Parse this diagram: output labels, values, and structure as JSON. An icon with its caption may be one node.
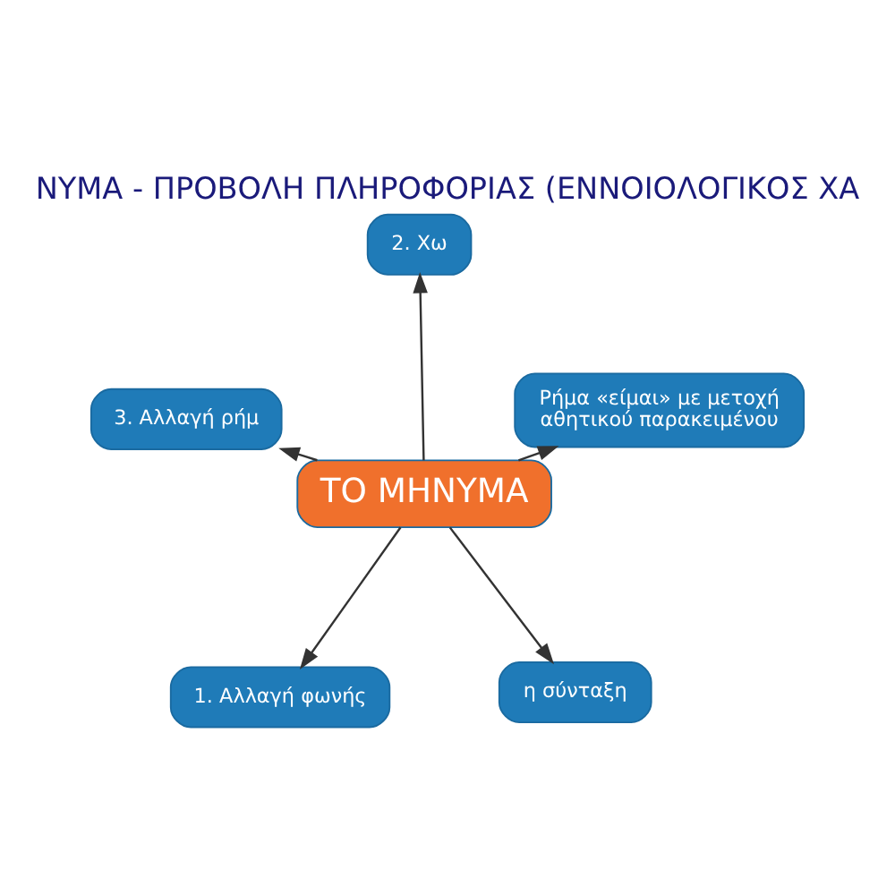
{
  "diagram": {
    "title": "ΝΥΜΑ - ΠΡΟΒΟΛΗ ΠΛΗΡΟΦΟΡΙΑΣ (ΕΝΝΟΙΟΛΟΓΙΚΟΣ ΧΑ",
    "nodes": [
      {
        "text": [
          "1. Αλλαγή φωνής"
        ]
      },
      {
        "text": [
          "η σύνταξη"
        ]
      },
      {
        "text": [
          "ΤΟ ΜΗΝΥΜΑ"
        ]
      },
      {
        "text": [
          "2. Χω"
        ]
      },
      {
        "text": [
          "Ρήμα «είμαι» με μετοχή αθητικού παρακειμένου"
        ]
      },
      {
        "text": [
          "3. Αλλαγή ρήμ"
        ]
      }
    ],
    "edges": [
      {
        "from": 2,
        "to": 0,
        "arrow": "to"
      },
      {
        "from": 2,
        "to": 1,
        "arrow": "to"
      },
      {
        "from": 2,
        "to": 3,
        "arrow": "to"
      },
      {
        "from": 2,
        "to": 4,
        "arrow": "to"
      },
      {
        "from": 2,
        "to": 5,
        "arrow": "to"
      }
    ]
  }
}
